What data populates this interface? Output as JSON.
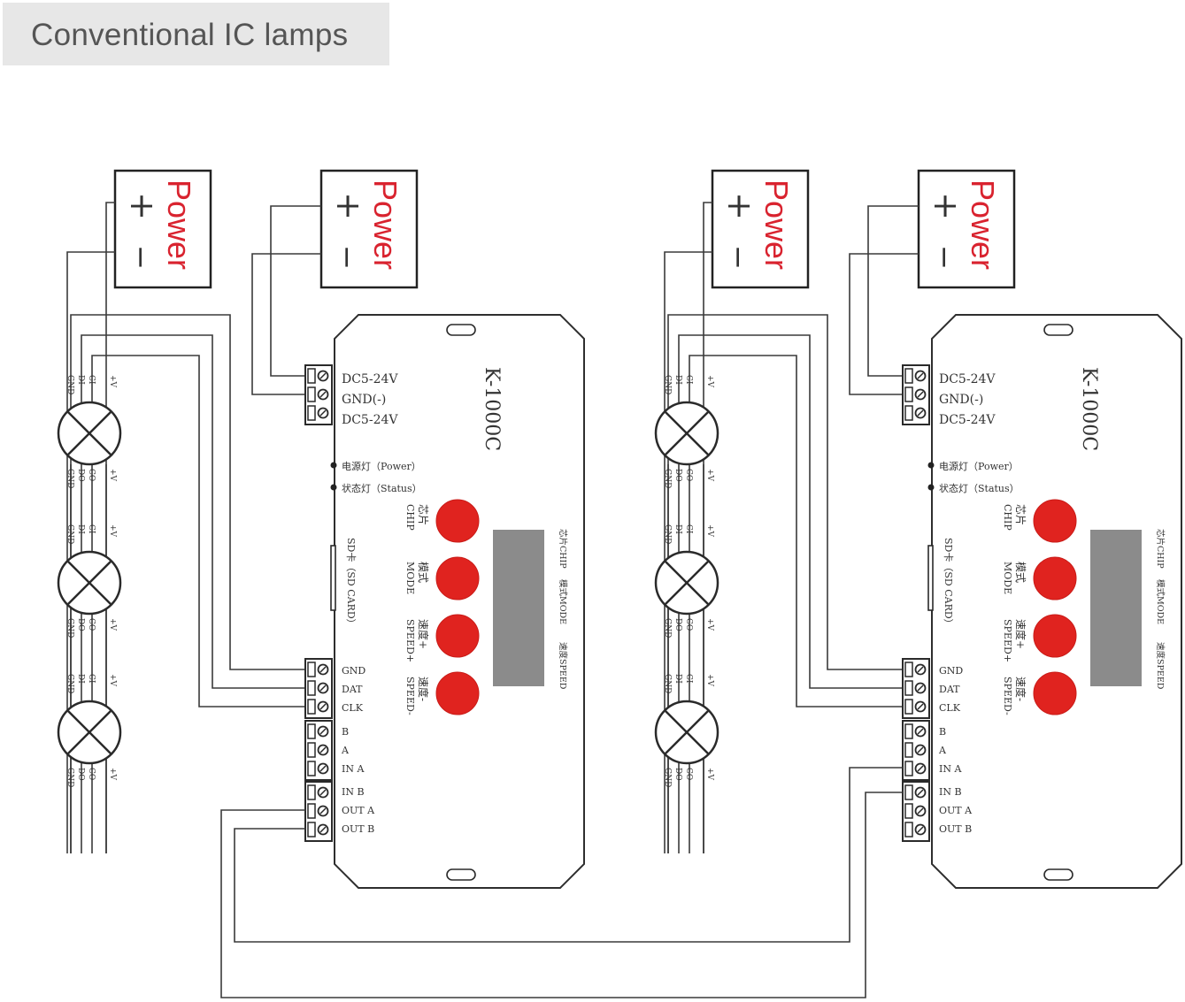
{
  "header": {
    "title": "Conventional IC lamps"
  },
  "power": {
    "label": "Power",
    "plus": "+",
    "minus": "−"
  },
  "controller": {
    "model": "K-1000C",
    "terminals_power": [
      "DC5-24V",
      "GND(-)",
      "DC5-24V"
    ],
    "indicators": [
      "电源灯（Power）",
      "状态灯（Status）"
    ],
    "sd_label": "SD卡（SD CARD）",
    "buttons": [
      {
        "cn": "芯片",
        "en": "CHIP"
      },
      {
        "cn": "模式",
        "en": "MODE"
      },
      {
        "cn": "速度+",
        "en": "SPEED+"
      },
      {
        "cn": "速度-",
        "en": "SPEED-"
      }
    ],
    "side_labels": [
      "芯片CHIP",
      "模式MODE",
      "速度SPEED"
    ],
    "terminals_signal": [
      "GND",
      "DAT",
      "CLK"
    ],
    "terminals_ab": [
      "B",
      "A",
      "IN A"
    ],
    "terminals_out": [
      "IN B",
      "OUT A",
      "OUT B"
    ]
  },
  "lamp": {
    "top_pins": [
      "GND",
      "DI",
      "CI",
      "+V"
    ],
    "bottom_pins": [
      "GND",
      "DO",
      "CO",
      "+V"
    ]
  },
  "colors": {
    "button_red": "#e0231f",
    "power_text": "#d9232f",
    "lcd_gray": "#8b8b8b"
  }
}
